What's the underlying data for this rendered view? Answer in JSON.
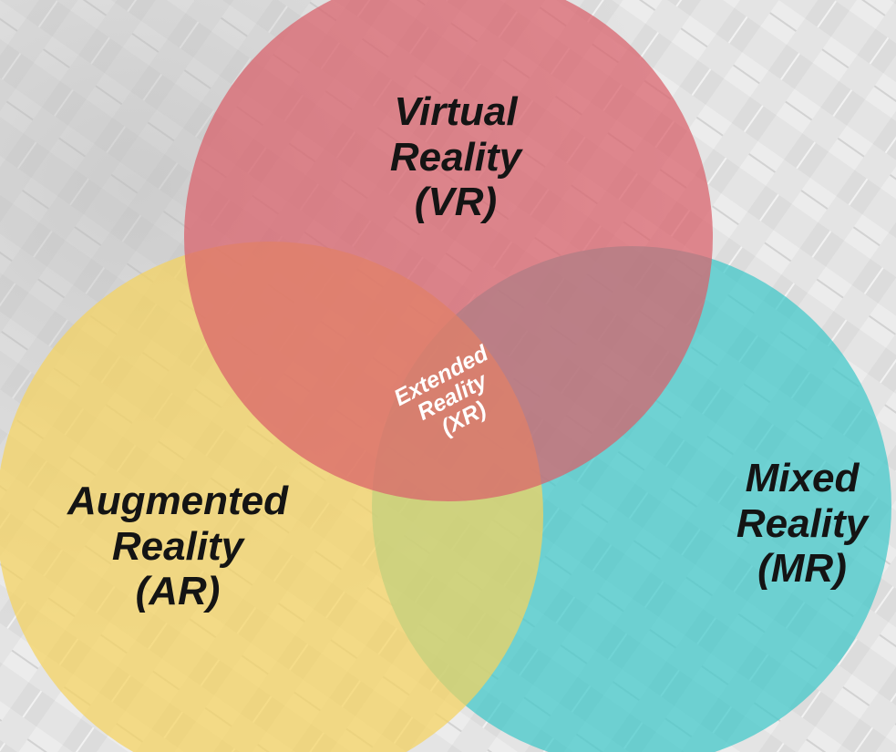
{
  "diagram": {
    "circles": [
      {
        "id": "vr",
        "lines": [
          "Virtual",
          "Reality",
          "(VR)"
        ],
        "color": "#d9606a"
      },
      {
        "id": "ar",
        "lines": [
          "Augmented",
          "Reality",
          "(AR)"
        ],
        "color": "#f5d35e"
      },
      {
        "id": "mr",
        "lines": [
          "Mixed",
          "Reality",
          "(MR)"
        ],
        "color": "#3ec7c9"
      }
    ],
    "center": {
      "lines": [
        "Extended",
        "Reality",
        "(XR)"
      ],
      "color": "#ffffff"
    },
    "background": "#e3e3e3"
  }
}
